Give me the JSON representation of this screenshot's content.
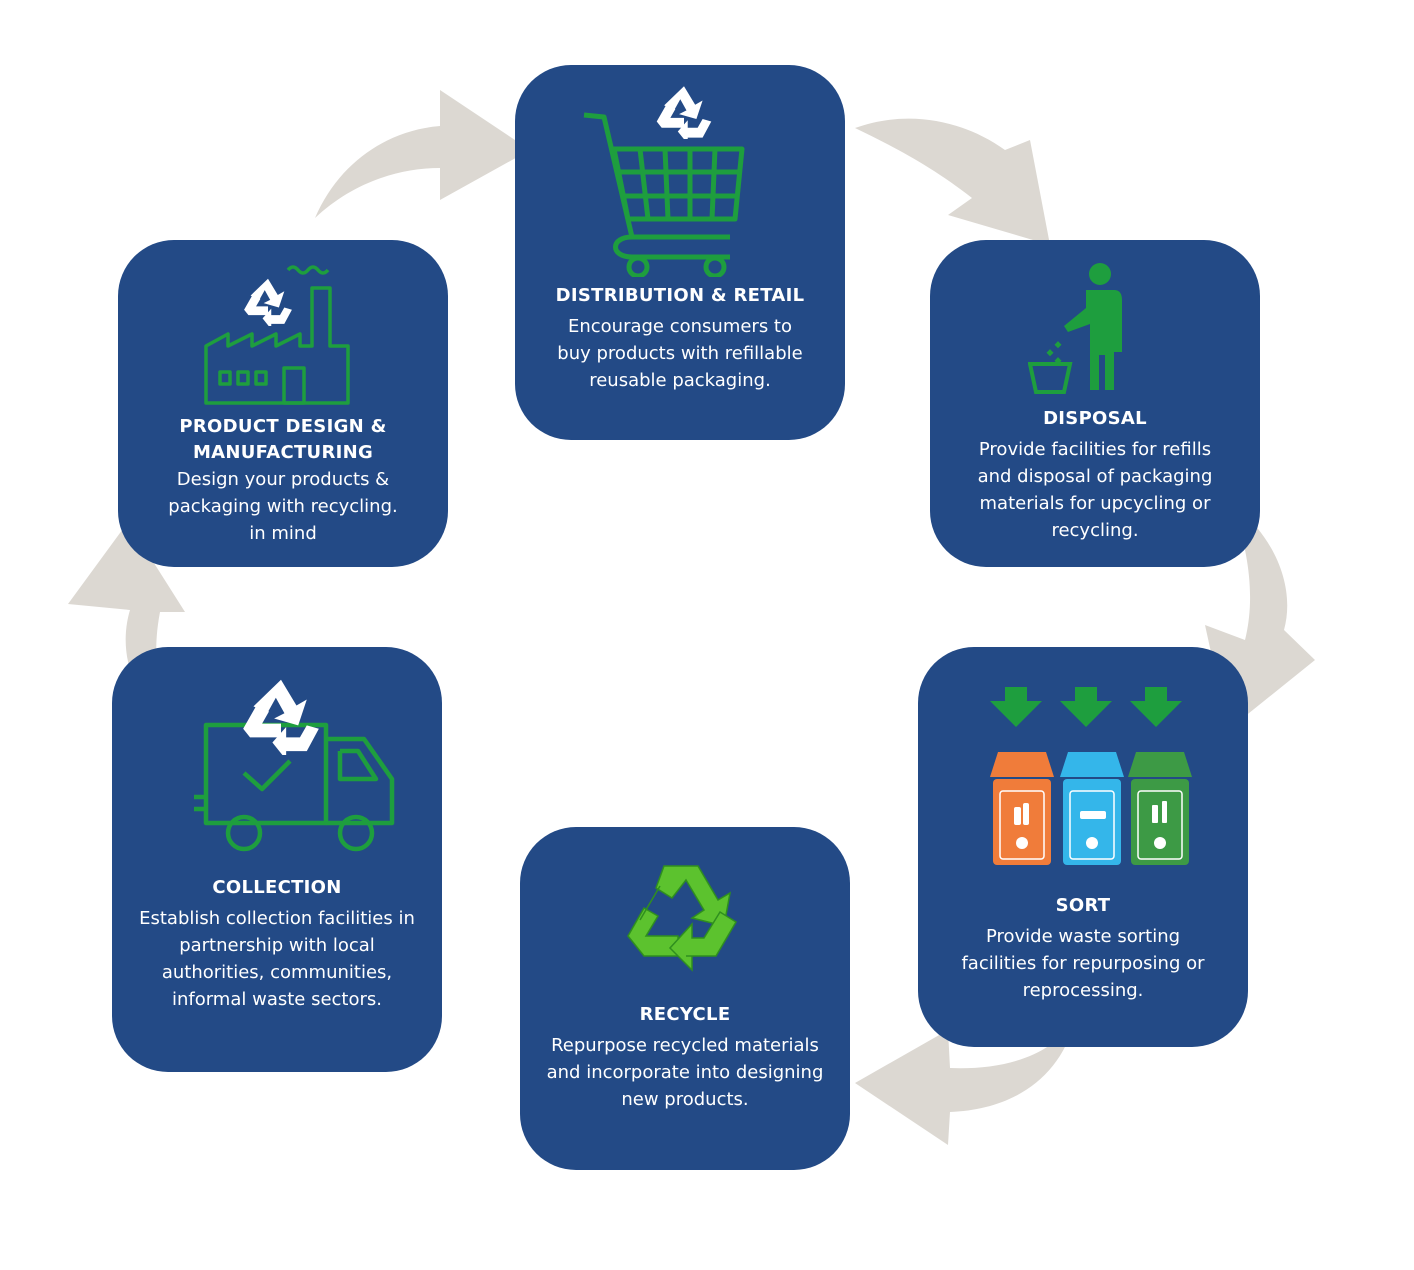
{
  "colors": {
    "card": "#234a86",
    "icon_green": "#1e9e3e",
    "arrow": "#dcd8d2",
    "bin_orange": "#f07c3a",
    "bin_blue": "#34b6ea",
    "bin_green": "#3d9a45"
  },
  "stages": [
    {
      "title": "DISTRIBUTION & RETAIL",
      "description": "Encourage consumers to\nbuy products with refillable\nreusable packaging.",
      "icons": [
        "recycle-icon",
        "shopping-cart-icon"
      ]
    },
    {
      "title": "DISPOSAL",
      "description": "Provide facilities for refills\nand disposal of packaging\nmaterials for upcycling or\nrecycling.",
      "icons": [
        "person-disposing-trash-icon"
      ]
    },
    {
      "title": "SORT",
      "description": "Provide waste sorting\nfacilities for repurposing or\nreprocessing.",
      "icons": [
        "down-arrow-icon",
        "sorting-bins-icon"
      ]
    },
    {
      "title": "RECYCLE",
      "description": "Repurpose recycled materials\nand incorporate into designing\nnew products.",
      "icons": [
        "recycle-symbol-icon"
      ]
    },
    {
      "title": "COLLECTION",
      "description": "Establish collection facilities in\npartnership with local\nauthorities, communities,\ninformal waste sectors.",
      "icons": [
        "recycle-icon",
        "delivery-truck-icon"
      ]
    },
    {
      "title": "PRODUCT DESIGN &\nMANUFACTURING",
      "description": "Design your products &\npackaging with recycling.\nin mind",
      "icons": [
        "recycle-icon",
        "factory-icon"
      ]
    }
  ]
}
